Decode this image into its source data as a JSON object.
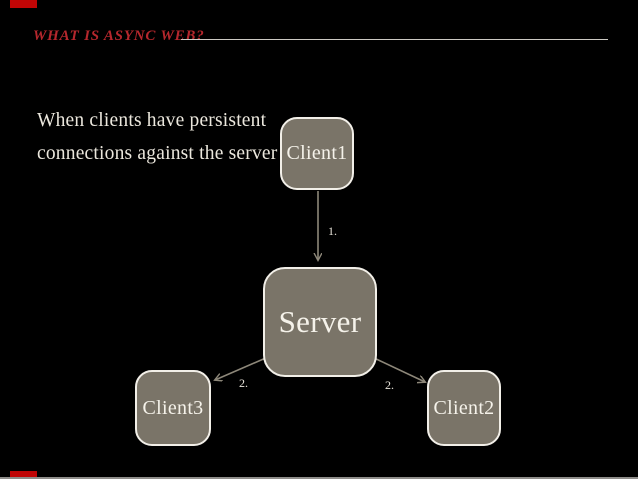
{
  "slide": {
    "title": "WHAT IS ASYNC WEB?",
    "body_line1": "When clients have persistent",
    "body_line2": "connections against the server"
  },
  "diagram": {
    "nodes": [
      {
        "id": "client1",
        "label": "Client1"
      },
      {
        "id": "server",
        "label": "Server"
      },
      {
        "id": "client3",
        "label": "Client3"
      },
      {
        "id": "client2",
        "label": "Client2"
      }
    ],
    "edges": [
      {
        "from": "client1",
        "to": "server",
        "label": "1."
      },
      {
        "from": "server",
        "to": "client3",
        "label": "2."
      },
      {
        "from": "server",
        "to": "client2",
        "label": "2."
      }
    ]
  },
  "colors": {
    "background": "#000000",
    "title_red": "#b5272d",
    "corner_accent_red": "#c00505",
    "body_text": "#ebe7dd",
    "node_fill": "#7a7468",
    "node_border": "#f2efe8",
    "node_text": "#f5f2ea",
    "arrow": "#8d8779",
    "title_rule": "#ccc9c3",
    "bottom_edge_line": "#8f8d8a"
  }
}
